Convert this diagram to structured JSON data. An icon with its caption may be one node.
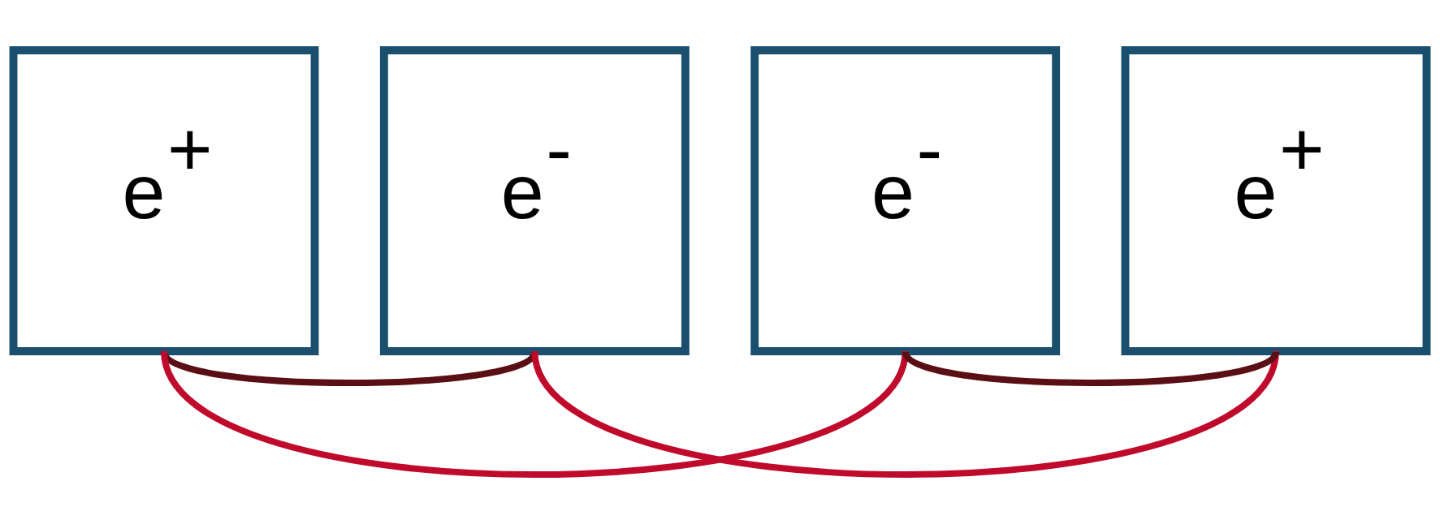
{
  "diagram": {
    "nodes": [
      {
        "text": [
          "e$^{+}$"
        ]
      },
      {
        "text": [
          "e$^{-}$"
        ]
      },
      {
        "text": [
          "e$^{-}$"
        ]
      },
      {
        "text": [
          "e$^{+}$"
        ]
      }
    ],
    "edges": [
      {
        "from": 0,
        "to": 1,
        "arrow": "none",
        "color": "#5a0f14"
      },
      {
        "from": 0,
        "to": 2,
        "arrow": "none",
        "color": "#c00a2c"
      },
      {
        "from": 1,
        "to": 3,
        "arrow": "none",
        "color": "#c00a2c"
      },
      {
        "from": 2,
        "to": 3,
        "arrow": "none",
        "color": "#5a0f14"
      }
    ]
  }
}
